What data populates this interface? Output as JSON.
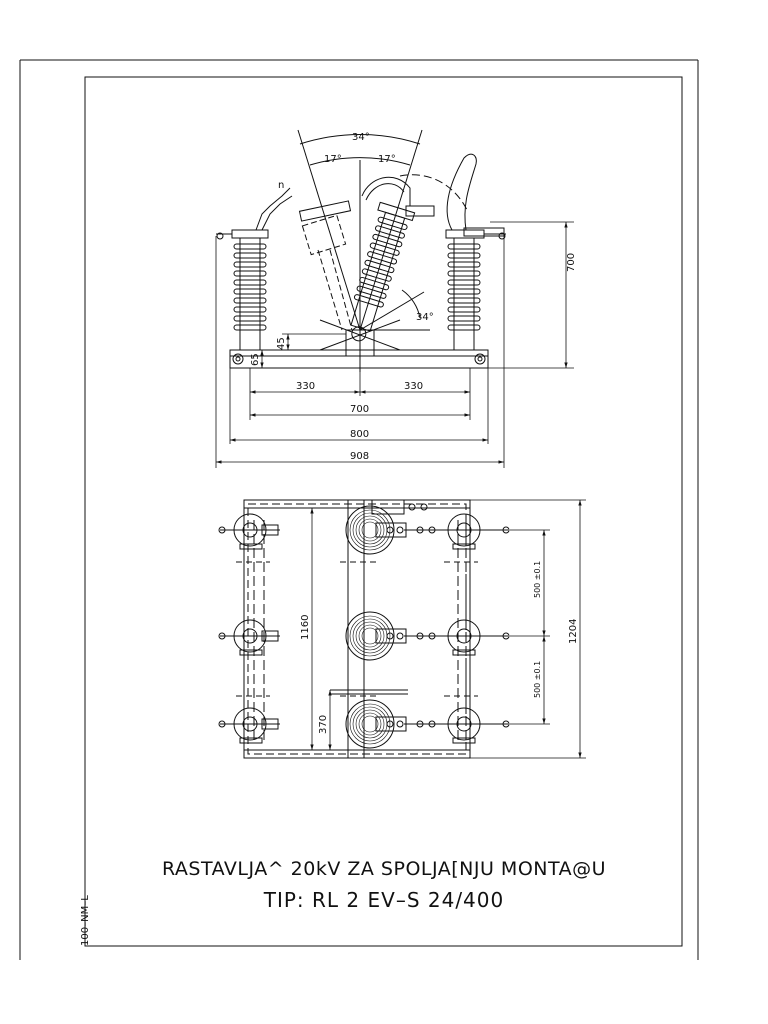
{
  "title": {
    "line1": "RASTAVLJA^ 20kV ZA SPOLJA[NJU MONTA@U",
    "line2": "TIP: RL 2 EV–S 24/400"
  },
  "side_code": "100–NM–L",
  "top_view": {
    "angles": {
      "total": "34°",
      "left": "17°",
      "right": "17°",
      "blade": "34°"
    },
    "dims": {
      "height": "700",
      "h45": "45",
      "h65": "65",
      "left_half": "330",
      "right_half": "330",
      "insulator_span": "700",
      "base_span": "800",
      "overall": "908",
      "small_label": "n"
    }
  },
  "plan_view": {
    "dims": {
      "depth": "1160",
      "overall_depth": "1204",
      "pitch1": "500 ±0.1",
      "pitch2": "500 ±0.1",
      "offset": "370"
    }
  },
  "colors": {
    "line": "#111111",
    "background": "#ffffff"
  }
}
